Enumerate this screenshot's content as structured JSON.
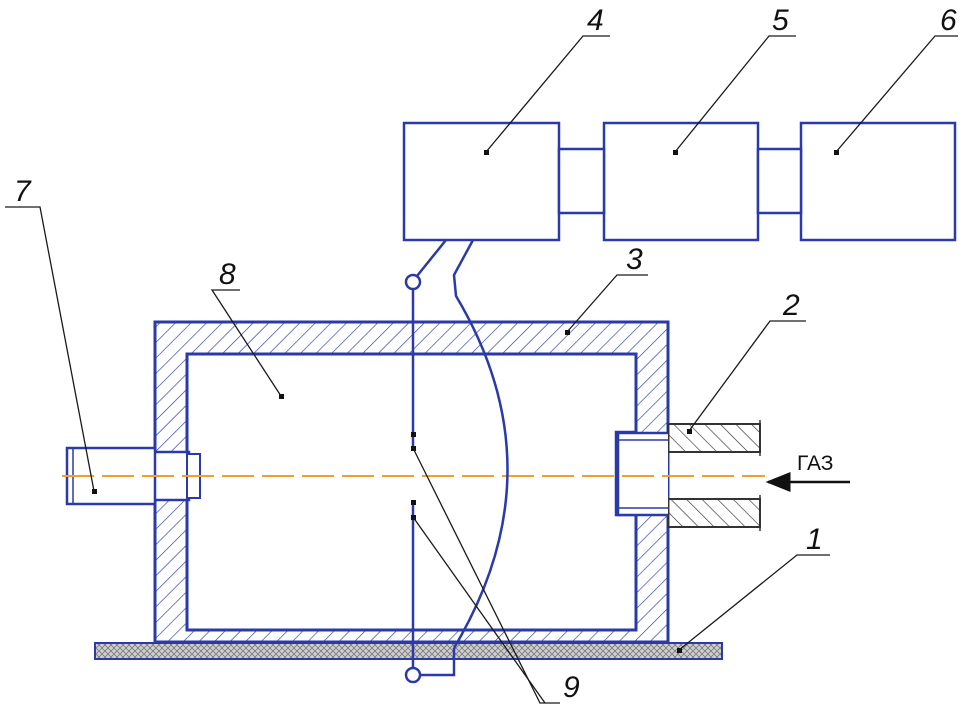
{
  "labels": {
    "n1": "1",
    "n2": "2",
    "n3": "3",
    "n4": "4",
    "n5": "5",
    "n6": "6",
    "n7": "7",
    "n8": "8",
    "n9": "9",
    "gas": "ГАЗ"
  },
  "colors": {
    "outline": "#2a3aa8",
    "leader": "#1a1a1a",
    "axis": "#f0a030",
    "base_fill": "#c8c8c8"
  }
}
